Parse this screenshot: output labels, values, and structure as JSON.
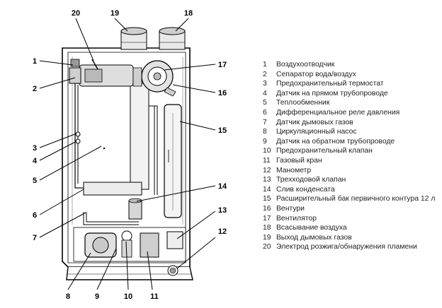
{
  "callouts": [
    {
      "id": "1",
      "label": "1"
    },
    {
      "id": "2",
      "label": "2"
    },
    {
      "id": "3",
      "label": "3"
    },
    {
      "id": "4",
      "label": "4"
    },
    {
      "id": "5",
      "label": "5"
    },
    {
      "id": "6",
      "label": "6"
    },
    {
      "id": "7",
      "label": "7"
    },
    {
      "id": "8",
      "label": "8"
    },
    {
      "id": "9",
      "label": "9"
    },
    {
      "id": "10",
      "label": "10"
    },
    {
      "id": "11",
      "label": "11"
    },
    {
      "id": "12",
      "label": "12"
    },
    {
      "id": "13",
      "label": "13"
    },
    {
      "id": "14",
      "label": "14"
    },
    {
      "id": "15",
      "label": "15"
    },
    {
      "id": "16",
      "label": "16"
    },
    {
      "id": "17",
      "label": "17"
    },
    {
      "id": "18",
      "label": "18"
    },
    {
      "id": "19",
      "label": "19"
    },
    {
      "id": "20",
      "label": "20"
    }
  ],
  "legend": [
    {
      "num": "1",
      "text": "Воздухоотводчик"
    },
    {
      "num": "2",
      "text": "Сепаратор вода/воздух"
    },
    {
      "num": "3",
      "text": "Предохранительный термостат"
    },
    {
      "num": "4",
      "text": "Датчик на прямом трубопроводе"
    },
    {
      "num": "5",
      "text": "Теплообменник"
    },
    {
      "num": "6",
      "text": "Дифференциальное реле давления"
    },
    {
      "num": "7",
      "text": "Датчик дымовых газов"
    },
    {
      "num": "8",
      "text": "Циркуляционный насос"
    },
    {
      "num": "9",
      "text": "Датчик на обратном трубопроводе"
    },
    {
      "num": "10",
      "text": "Предохранительный клапан"
    },
    {
      "num": "11",
      "text": "Газовый кран"
    },
    {
      "num": "12",
      "text": "Манометр"
    },
    {
      "num": "13",
      "text": "Трехходовой клапан"
    },
    {
      "num": "14",
      "text": "Слив конденсата"
    },
    {
      "num": "15",
      "text": "Расширительный бак первичного контура 12 л"
    },
    {
      "num": "16",
      "text": "Вентури"
    },
    {
      "num": "17",
      "text": "Вентилятор"
    },
    {
      "num": "18",
      "text": "Всасывание воздуха"
    },
    {
      "num": "19",
      "text": "Выход дымовых газов"
    },
    {
      "num": "20",
      "text": "Электрод розжига/обнаружения пламени"
    }
  ]
}
